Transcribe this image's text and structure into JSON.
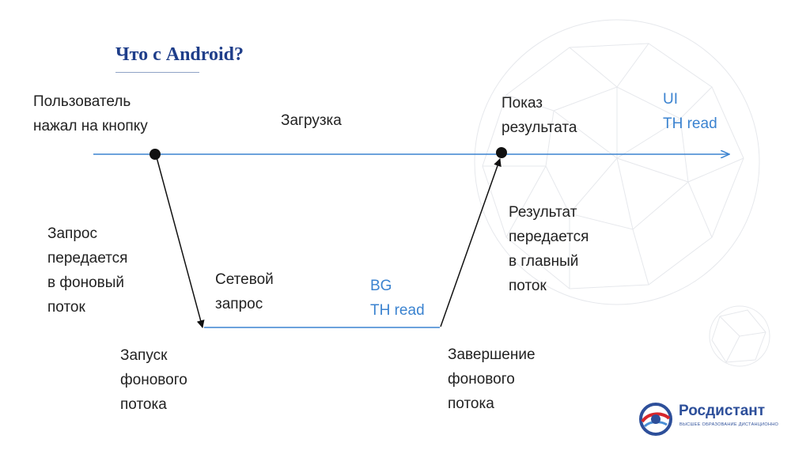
{
  "slide": {
    "title": "Что с Android?",
    "labels": {
      "user_pressed": "Пользователь\nнажал на кнопку",
      "loading": "Загрузка",
      "show_result": "Показ\nрезультата",
      "ui_thread": "UI\nTH read",
      "request_to_background": "Запрос\nпередается\nв фоновый\nпоток",
      "network_request": "Сетевой\nзапрос",
      "bg_thread": "BG\nTH read",
      "result_to_main": "Результат\nпередается\nв главный\nпоток",
      "start_background": "Запуск\nфонового\nпотока",
      "finish_background": "Завершение\nфонового\nпотока"
    },
    "colors": {
      "title": "#1f3e8a",
      "thread_line": "#3b83d0",
      "arrow": "#111111",
      "text": "#222222",
      "thread_label": "#3b83d0"
    }
  },
  "logo": {
    "name": "Росдистант",
    "tagline": "ВЫСШЕЕ ОБРАЗОВАНИЕ ДИСТАНЦИОННО",
    "icon": "rosdistant-globe-icon"
  }
}
